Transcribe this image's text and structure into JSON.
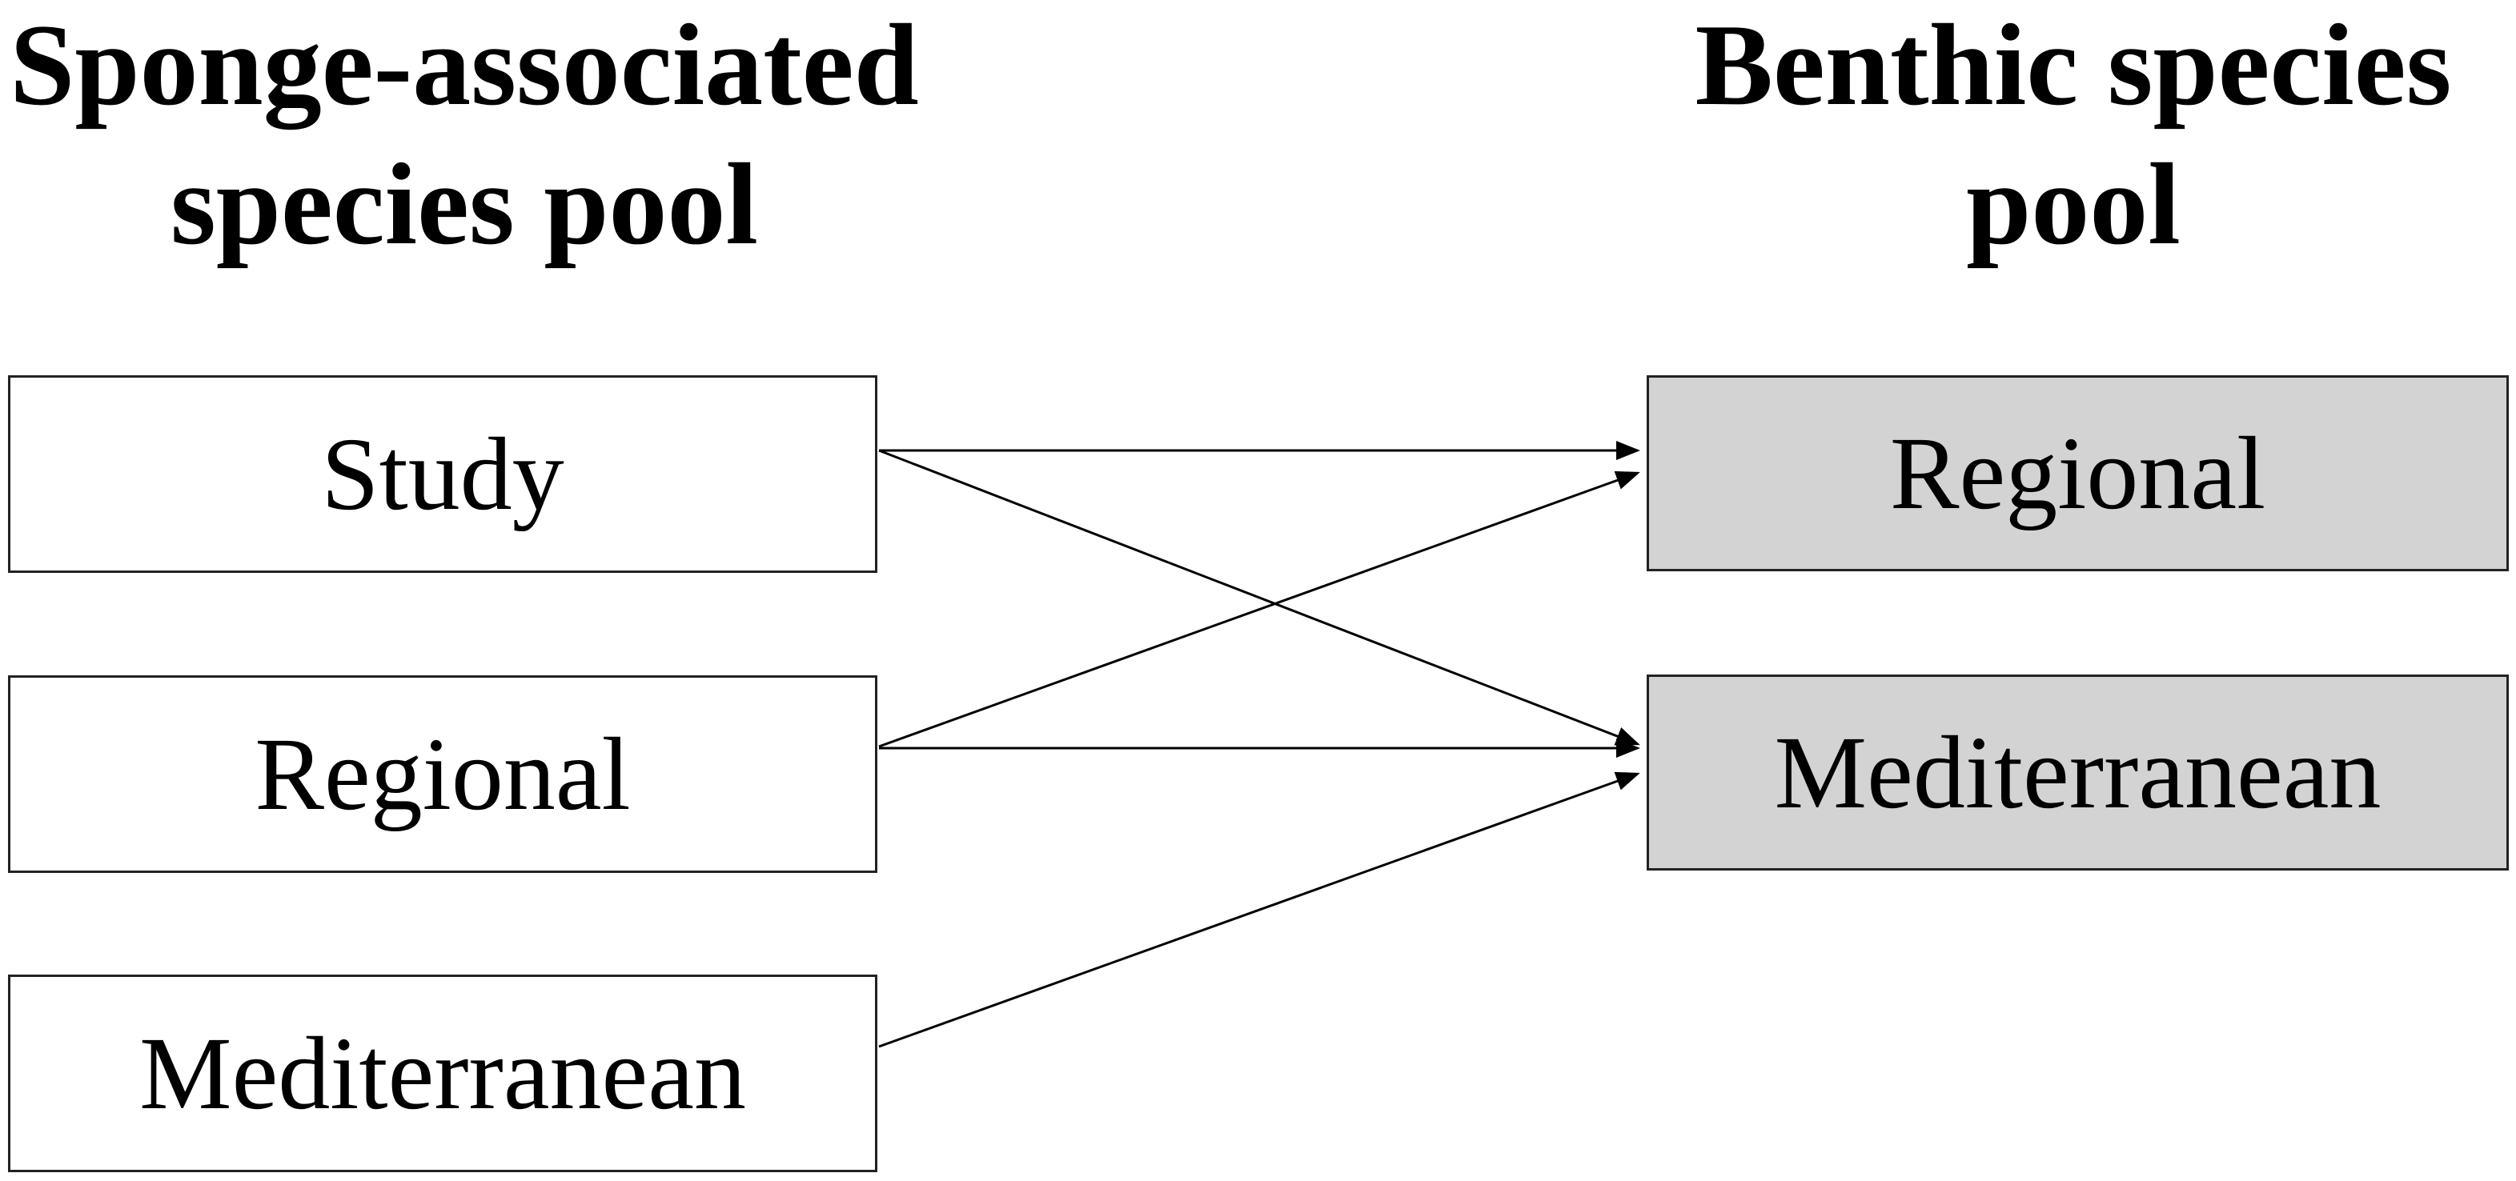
{
  "diagram": {
    "left_column": {
      "heading_line1": "Sponge-associated",
      "heading_line2": "species pool",
      "boxes": [
        {
          "label": "Study"
        },
        {
          "label": "Regional"
        },
        {
          "label": "Mediterranean"
        }
      ]
    },
    "right_column": {
      "heading_line1": "Benthic species",
      "heading_line2": "pool",
      "boxes": [
        {
          "label": "Regional"
        },
        {
          "label": "Mediterranean"
        }
      ]
    },
    "connections": [
      {
        "from": "Study",
        "to": "Regional"
      },
      {
        "from": "Study",
        "to": "Mediterranean"
      },
      {
        "from": "Regional",
        "to": "Regional"
      },
      {
        "from": "Regional",
        "to": "Mediterranean"
      },
      {
        "from": "Mediterranean",
        "to": "Mediterranean"
      }
    ],
    "colors": {
      "right_box_fill": "#d3d3d3",
      "left_box_fill": "#ffffff",
      "line": "#000000"
    }
  }
}
